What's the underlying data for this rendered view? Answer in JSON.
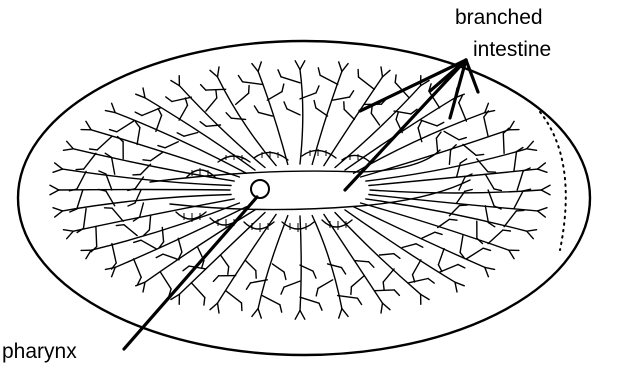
{
  "labels": {
    "branched_line1": "branched",
    "branched_line2": "intestine",
    "pharynx": "pharynx"
  },
  "colors": {
    "ink": "#000000",
    "background": "#ffffff"
  }
}
